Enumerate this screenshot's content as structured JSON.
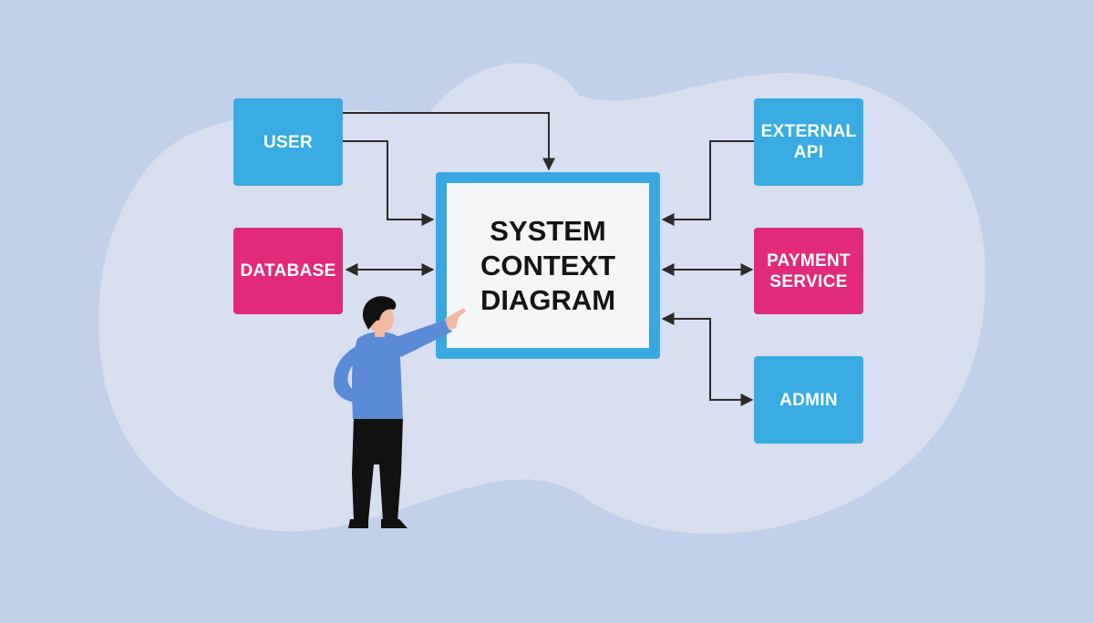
{
  "colors": {
    "background": "#c3d0e9",
    "blob": "#d8dff0",
    "external_blue": "#38ace2",
    "external_pink": "#e12b7a",
    "center_border": "#3aa8e2",
    "center_fill": "#f4f5f6",
    "connector": "#2b2b2b",
    "person_shirt": "#5b8bd6",
    "person_pants": "#111111",
    "person_skin": "#f2b8a0"
  },
  "center": {
    "label": "SYSTEM\nCONTEXT\nDIAGRAM"
  },
  "entities": [
    {
      "id": "user",
      "label": "USER",
      "color": "blue"
    },
    {
      "id": "database",
      "label": "DATABASE",
      "color": "pink"
    },
    {
      "id": "external_api",
      "label": "EXTERNAL\nAPI",
      "color": "blue"
    },
    {
      "id": "payment_service",
      "label": "PAYMENT\nSERVICE",
      "color": "pink"
    },
    {
      "id": "admin",
      "label": "ADMIN",
      "color": "blue"
    }
  ],
  "connections": [
    {
      "from": "user",
      "to": "center",
      "direction": "to-center"
    },
    {
      "from": "user",
      "to": "center",
      "direction": "to-center"
    },
    {
      "from": "database",
      "to": "center",
      "direction": "bidirectional"
    },
    {
      "from": "external_api",
      "to": "center",
      "direction": "to-center"
    },
    {
      "from": "payment_service",
      "to": "center",
      "direction": "bidirectional"
    },
    {
      "from": "admin",
      "to": "center",
      "direction": "bidirectional"
    }
  ]
}
